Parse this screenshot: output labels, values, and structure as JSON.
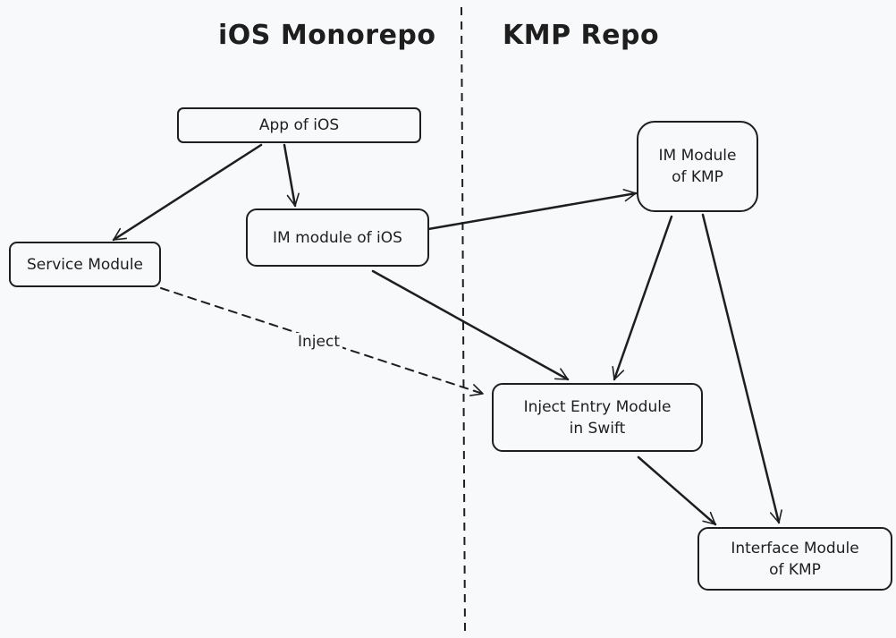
{
  "headings": {
    "left": "iOS Monorepo",
    "right": "KMP Repo"
  },
  "nodes": {
    "app_ios": "App of iOS",
    "service_module": "Service Module",
    "im_module_ios": "IM module of iOS",
    "im_module_kmp": "IM Module\nof KMP",
    "inject_entry": "Inject Entry Module\nin Swift",
    "interface_kmp": "Interface Module\nof KMP"
  },
  "edges": {
    "inject_label": "Inject"
  },
  "colors": {
    "background": "#f8f9fa",
    "stroke": "#1e1e1e"
  }
}
